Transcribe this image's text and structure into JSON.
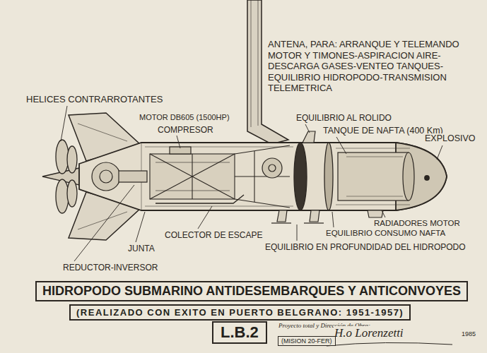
{
  "diagram": {
    "title": "HIDROPODO SUBMARINO ANTIDESEMBARQUES Y ANTICONVOYES",
    "caption": "(REALIZADO CON EXITO EN PUERTO BELGRANO: 1951-1957)",
    "nodes": [
      {
        "text": [
          "L.B.2"
        ]
      },
      {
        "text": [
          "(MISION 20-FER)"
        ]
      }
    ],
    "labels": [
      "ANTENA, PARA: ARRANQUE Y TELEMANDO MOTOR Y TIMONES-ASPIRACION AIRE-DESCARGA GASES-VENTEO TANQUES-EQUILIBRIO HIDROPODO-TRANSMISION TELEMETRICA",
      "HELICES CONTRARROTANTES",
      "MOTOR DB605 (1500HP)",
      "COMPRESOR",
      "EQUILIBRIO AL ROLIDO",
      "TANQUE DE NAFTA (400 Km)",
      "EXPLOSIVO",
      "RADIADORES MOTOR",
      "EQUILIBRIO CONSUMO NAFTA",
      "COLECTOR DE ESCAPE",
      "EQUILIBRIO EN PROFUNDIDAD DEL HIDROPODO",
      "JUNTA",
      "REDUCTOR-INVERSOR",
      "Proyecto total y Dirección de Obra:",
      "H.o Lorenzetti",
      "1985"
    ]
  }
}
